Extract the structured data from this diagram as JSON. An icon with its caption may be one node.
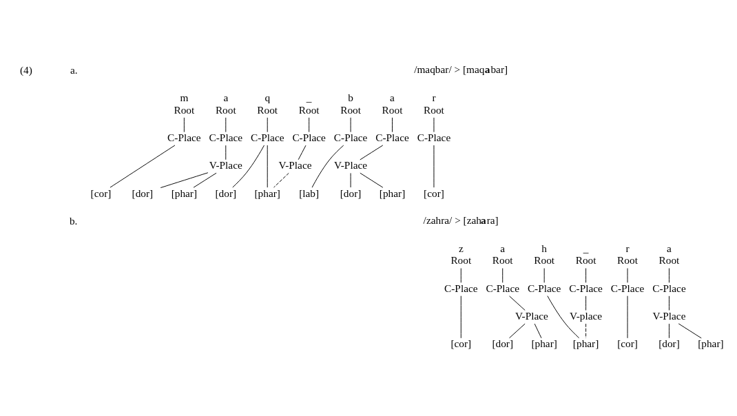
{
  "diagram": {
    "nodes": [
      {
        "text": [
          "m",
          "Root"
        ]
      },
      {
        "text": [
          "C-Place"
        ]
      },
      {
        "text": [
          "[cor]"
        ]
      },
      {
        "text": [
          "a",
          "Root"
        ]
      },
      {
        "text": [
          "C-Place"
        ]
      },
      {
        "text": [
          "V-Place"
        ]
      },
      {
        "text": [
          "[dor]"
        ]
      },
      {
        "text": [
          "[phar]"
        ]
      },
      {
        "text": [
          "q",
          "Root"
        ]
      },
      {
        "text": [
          "C-Place"
        ]
      },
      {
        "text": [
          "[dor]"
        ]
      },
      {
        "text": [
          "[phar]"
        ]
      },
      {
        "text": [
          "_",
          "Root"
        ]
      },
      {
        "text": [
          "C-Place"
        ]
      },
      {
        "text": [
          "V-Place"
        ]
      },
      {
        "text": [
          "b",
          "Root"
        ]
      },
      {
        "text": [
          "C-Place"
        ]
      },
      {
        "text": [
          "[lab]"
        ]
      },
      {
        "text": [
          "a",
          "Root"
        ]
      },
      {
        "text": [
          "C-Place"
        ]
      },
      {
        "text": [
          "V-Place"
        ]
      },
      {
        "text": [
          "[dor]"
        ]
      },
      {
        "text": [
          "[phar]"
        ]
      },
      {
        "text": [
          "r",
          "Root"
        ]
      },
      {
        "text": [
          "C-Place"
        ]
      },
      {
        "text": [
          "[cor]"
        ]
      },
      {
        "text": [
          "z",
          "Root"
        ]
      },
      {
        "text": [
          "C-Place"
        ]
      },
      {
        "text": [
          "[cor]"
        ]
      },
      {
        "text": [
          "a",
          "Root"
        ]
      },
      {
        "text": [
          "C-Place"
        ]
      },
      {
        "text": [
          "V-Place"
        ]
      },
      {
        "text": [
          "[dor]"
        ]
      },
      {
        "text": [
          "[phar]"
        ]
      },
      {
        "text": [
          "h",
          "Root"
        ]
      },
      {
        "text": [
          "C-Place"
        ]
      },
      {
        "text": [
          "[phar]"
        ]
      },
      {
        "text": [
          "_",
          "Root"
        ]
      },
      {
        "text": [
          "C-Place"
        ]
      },
      {
        "text": [
          "V-place"
        ]
      },
      {
        "text": [
          "r",
          "Root"
        ]
      },
      {
        "text": [
          "C-Place"
        ]
      },
      {
        "text": [
          "[cor]"
        ]
      },
      {
        "text": [
          "a",
          "Root"
        ]
      },
      {
        "text": [
          "C-Place"
        ]
      },
      {
        "text": [
          "V-Place"
        ]
      },
      {
        "text": [
          "[dor]"
        ]
      },
      {
        "text": [
          "[phar]"
        ]
      }
    ],
    "edges": [
      {
        "from": 0,
        "to": 1,
        "arrow": "none"
      },
      {
        "from": 1,
        "to": 2,
        "arrow": "none"
      },
      {
        "from": 3,
        "to": 4,
        "arrow": "none"
      },
      {
        "from": 4,
        "to": 5,
        "arrow": "none"
      },
      {
        "from": 5,
        "to": 6,
        "arrow": "none"
      },
      {
        "from": 5,
        "to": 7,
        "arrow": "none"
      },
      {
        "from": 8,
        "to": 9,
        "arrow": "none"
      },
      {
        "from": 9,
        "to": 10,
        "arrow": "none"
      },
      {
        "from": 9,
        "to": 11,
        "arrow": "none"
      },
      {
        "from": 12,
        "to": 13,
        "arrow": "none"
      },
      {
        "from": 13,
        "to": 14,
        "arrow": "none"
      },
      {
        "from": 14,
        "to": 11,
        "arrow": "none",
        "style": "dashed"
      },
      {
        "from": 15,
        "to": 16,
        "arrow": "none"
      },
      {
        "from": 16,
        "to": 17,
        "arrow": "none"
      },
      {
        "from": 18,
        "to": 19,
        "arrow": "none"
      },
      {
        "from": 19,
        "to": 20,
        "arrow": "none"
      },
      {
        "from": 20,
        "to": 21,
        "arrow": "none"
      },
      {
        "from": 20,
        "to": 22,
        "arrow": "none"
      },
      {
        "from": 23,
        "to": 24,
        "arrow": "none"
      },
      {
        "from": 24,
        "to": 25,
        "arrow": "none"
      },
      {
        "from": 26,
        "to": 27,
        "arrow": "none"
      },
      {
        "from": 27,
        "to": 28,
        "arrow": "none"
      },
      {
        "from": 29,
        "to": 30,
        "arrow": "none"
      },
      {
        "from": 30,
        "to": 31,
        "arrow": "none"
      },
      {
        "from": 31,
        "to": 32,
        "arrow": "none"
      },
      {
        "from": 31,
        "to": 33,
        "arrow": "none"
      },
      {
        "from": 34,
        "to": 35,
        "arrow": "none"
      },
      {
        "from": 35,
        "to": 36,
        "arrow": "none"
      },
      {
        "from": 37,
        "to": 38,
        "arrow": "none"
      },
      {
        "from": 38,
        "to": 39,
        "arrow": "none"
      },
      {
        "from": 39,
        "to": 36,
        "arrow": "none",
        "style": "dashed"
      },
      {
        "from": 40,
        "to": 41,
        "arrow": "none"
      },
      {
        "from": 41,
        "to": 42,
        "arrow": "none"
      },
      {
        "from": 43,
        "to": 44,
        "arrow": "none"
      },
      {
        "from": 44,
        "to": 45,
        "arrow": "none"
      },
      {
        "from": 45,
        "to": 46,
        "arrow": "none"
      },
      {
        "from": 45,
        "to": 47,
        "arrow": "none"
      }
    ],
    "labels": [
      "(4)",
      "a.",
      "/maqbar/ > [maq**a**bar]",
      "b.",
      "/zahra/ > [zah**a**ra]"
    ]
  }
}
